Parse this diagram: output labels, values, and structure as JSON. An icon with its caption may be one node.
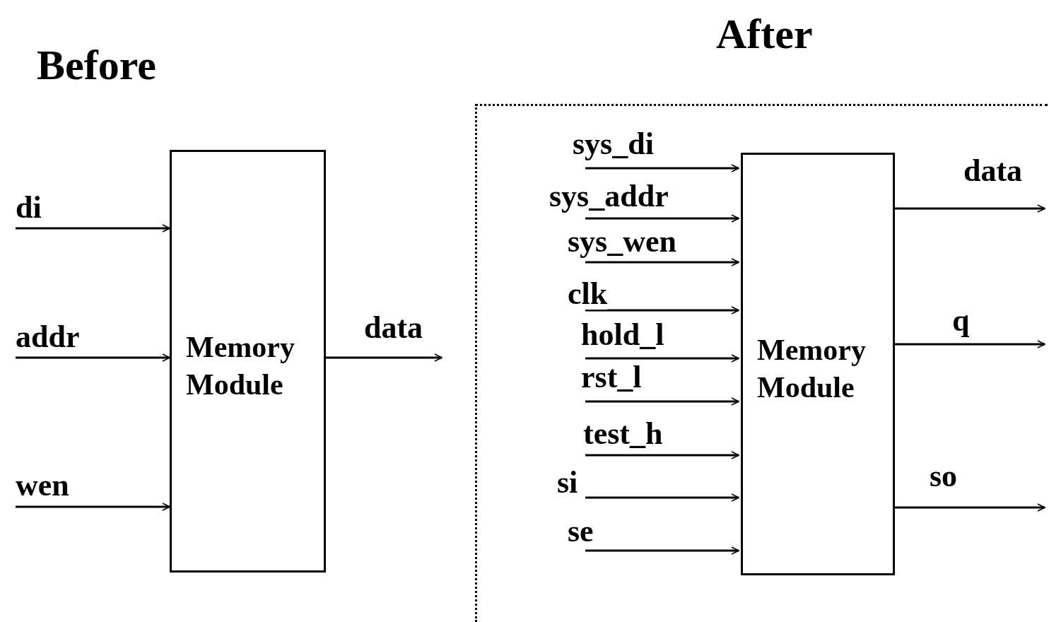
{
  "diagram": {
    "nodes": [
      {
        "text": [
          "Memory Module"
        ]
      },
      {
        "text": [
          "After"
        ]
      },
      {
        "text": [
          "Memory Module"
        ],
        "in": 1
      }
    ],
    "edges": [
      {
        "from": null,
        "to": 0,
        "arrow": "to",
        "label": "di"
      },
      {
        "from": null,
        "to": 0,
        "arrow": "to",
        "label": "addr"
      },
      {
        "from": null,
        "to": 0,
        "arrow": "to",
        "label": "wen"
      },
      {
        "from": 0,
        "to": null,
        "arrow": "to",
        "label": "data"
      },
      {
        "from": null,
        "to": 2,
        "arrow": "to",
        "label": "sys_di"
      },
      {
        "from": null,
        "to": 2,
        "arrow": "to",
        "label": "sys_addr"
      },
      {
        "from": null,
        "to": 2,
        "arrow": "to",
        "label": "sys_wen"
      },
      {
        "from": null,
        "to": 2,
        "arrow": "to",
        "label": "clk"
      },
      {
        "from": null,
        "to": 2,
        "arrow": "to",
        "label": "hold_l"
      },
      {
        "from": null,
        "to": 2,
        "arrow": "to",
        "label": "rst_l"
      },
      {
        "from": null,
        "to": 2,
        "arrow": "to",
        "label": "test_h"
      },
      {
        "from": null,
        "to": 2,
        "arrow": "to",
        "label": "si"
      },
      {
        "from": null,
        "to": 2,
        "arrow": "to",
        "label": "se"
      },
      {
        "from": 2,
        "to": null,
        "arrow": "to",
        "label": "data"
      },
      {
        "from": 2,
        "to": null,
        "arrow": "to",
        "label": "q"
      },
      {
        "from": 2,
        "to": null,
        "arrow": "to",
        "label": "so"
      }
    ],
    "labels": [
      "Before"
    ]
  }
}
